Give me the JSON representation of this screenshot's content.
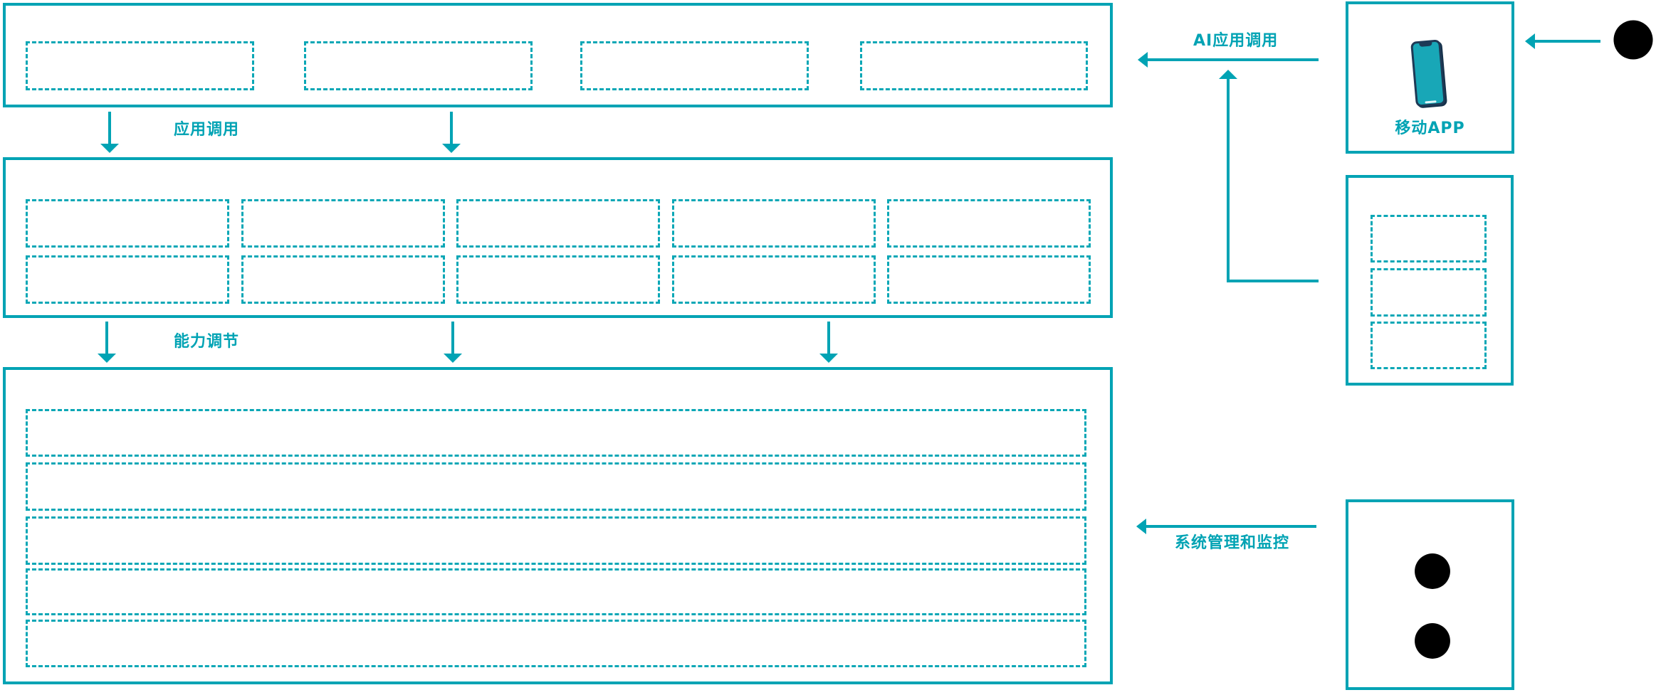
{
  "diagram": {
    "labels": {
      "app_call": "应用调用",
      "capability_adjust": "能力调节",
      "ai_app_call": "AI应用调用",
      "mobile_app": "移动APP",
      "system_mgmt": "系统管理和监控"
    },
    "colors": {
      "accent": "#00a3b4",
      "dashed_border": "#0aa7b6",
      "phone_screen": "#18a7b7",
      "phone_frame": "#1e3a56",
      "background": "#ffffff"
    },
    "icons": {
      "device": "smartphone-icon",
      "top_right_actor": "users-group-icon",
      "admin_actor_1": "users-group-icon",
      "admin_actor_2": "users-group-icon"
    },
    "placeholders": {
      "app_layer_slots": 4,
      "platform_layer_rows": 2,
      "platform_layer_cols": 5,
      "capability_layer_rows": 5,
      "gateway_slots": 3
    }
  }
}
